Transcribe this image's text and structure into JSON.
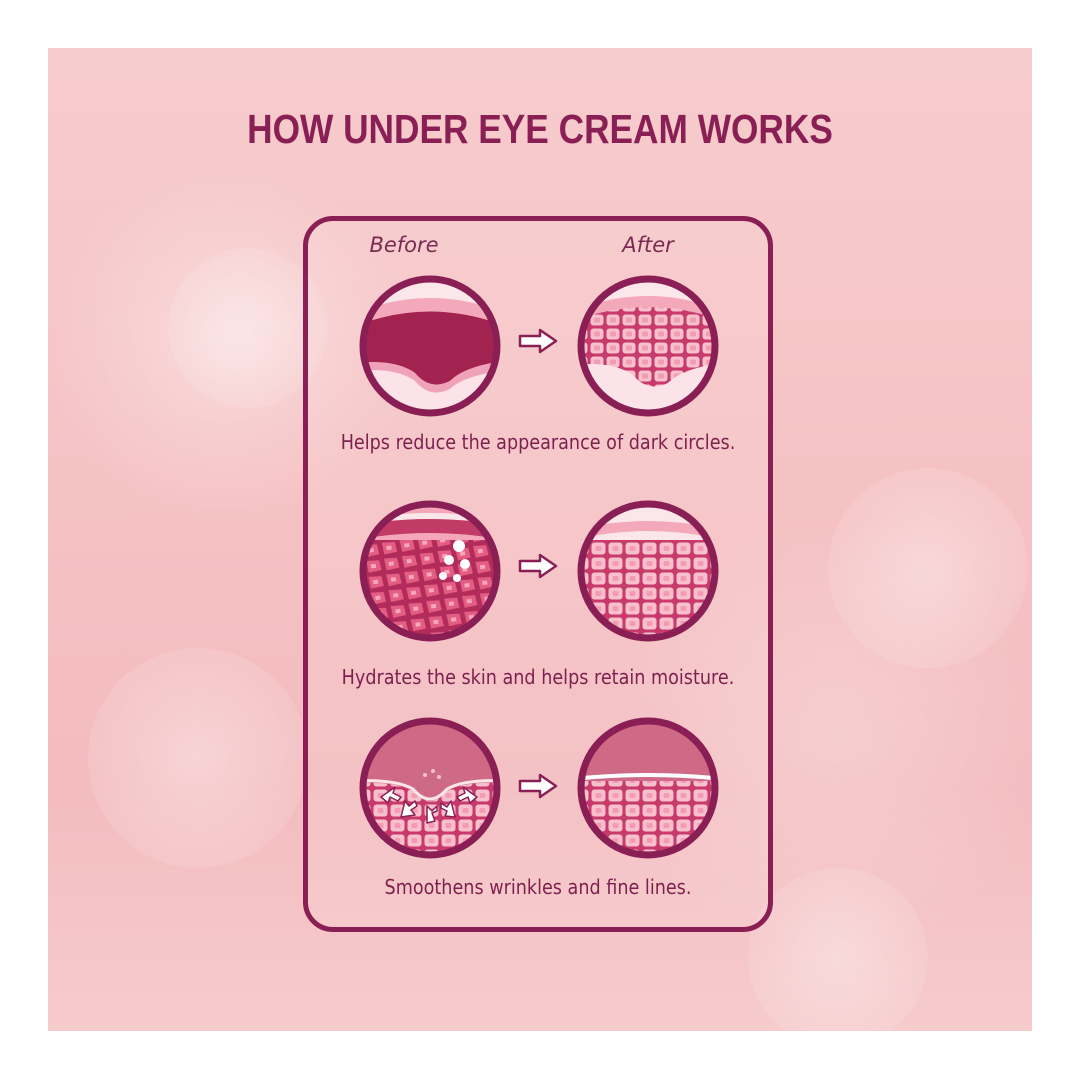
{
  "title": "HOW UNDER EYE CREAM WORKS",
  "columns": {
    "before": "Before",
    "after": "After"
  },
  "steps": [
    {
      "caption": "Helps reduce the appearance of dark circles."
    },
    {
      "caption": "Hydrates the skin and helps retain moisture."
    },
    {
      "caption": "Smoothens wrinkles and fine lines."
    }
  ],
  "colors": {
    "brand": "#8a1f55",
    "background": "#f5c4c6",
    "cell_light": "#f6b6c3",
    "cell_dark": "#e35e82",
    "pigment": "#a2234f"
  },
  "icons": [
    "right-arrow-icon"
  ]
}
